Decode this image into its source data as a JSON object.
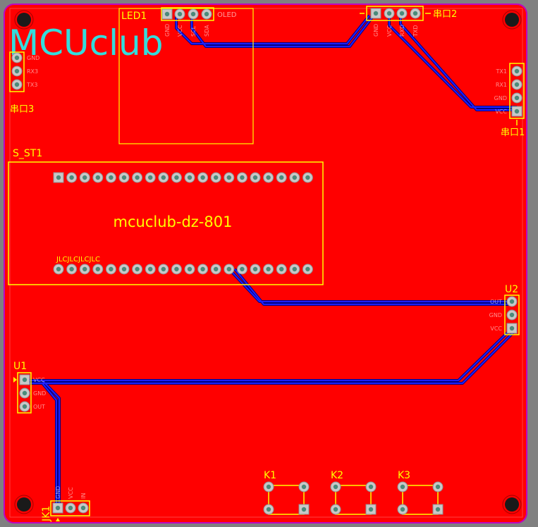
{
  "title": "MCUclub",
  "board_label": "mcuclub-dz-801",
  "colors": {
    "board": "#ff0000",
    "background": "#808080",
    "silkscreen": "#ffff00",
    "trace": "#2020ff",
    "logo": "#33dddd",
    "outline": "#c000c0"
  },
  "components": {
    "led1": {
      "ref": "LED1",
      "name": "OLED",
      "pins": [
        "GND",
        "VCC",
        "SCL",
        "SDA"
      ]
    },
    "uart2": {
      "ref": "串口2",
      "pins": [
        "GND",
        "VCC",
        "RXD",
        "TXD"
      ]
    },
    "uart3": {
      "ref": "串口3",
      "pins": [
        "GND",
        "RX3",
        "TX3"
      ]
    },
    "uart1": {
      "ref": "串口1",
      "pins": [
        "TX1",
        "RX1",
        "GND",
        "VCC"
      ]
    },
    "s_st1": {
      "ref": "S_ST1",
      "silk_bottom": "JLCJLCJLCJLC"
    },
    "u2": {
      "ref": "U2",
      "pins": [
        "OUT",
        "GND",
        "VCC"
      ]
    },
    "u1": {
      "ref": "U1",
      "pins": [
        "VCC",
        "GND",
        "OUT"
      ]
    },
    "jk1": {
      "ref": "JK1",
      "pins": [
        "GND",
        "VCC",
        "IN"
      ]
    },
    "k1": {
      "ref": "K1"
    },
    "k2": {
      "ref": "K2"
    },
    "k3": {
      "ref": "K3"
    }
  }
}
